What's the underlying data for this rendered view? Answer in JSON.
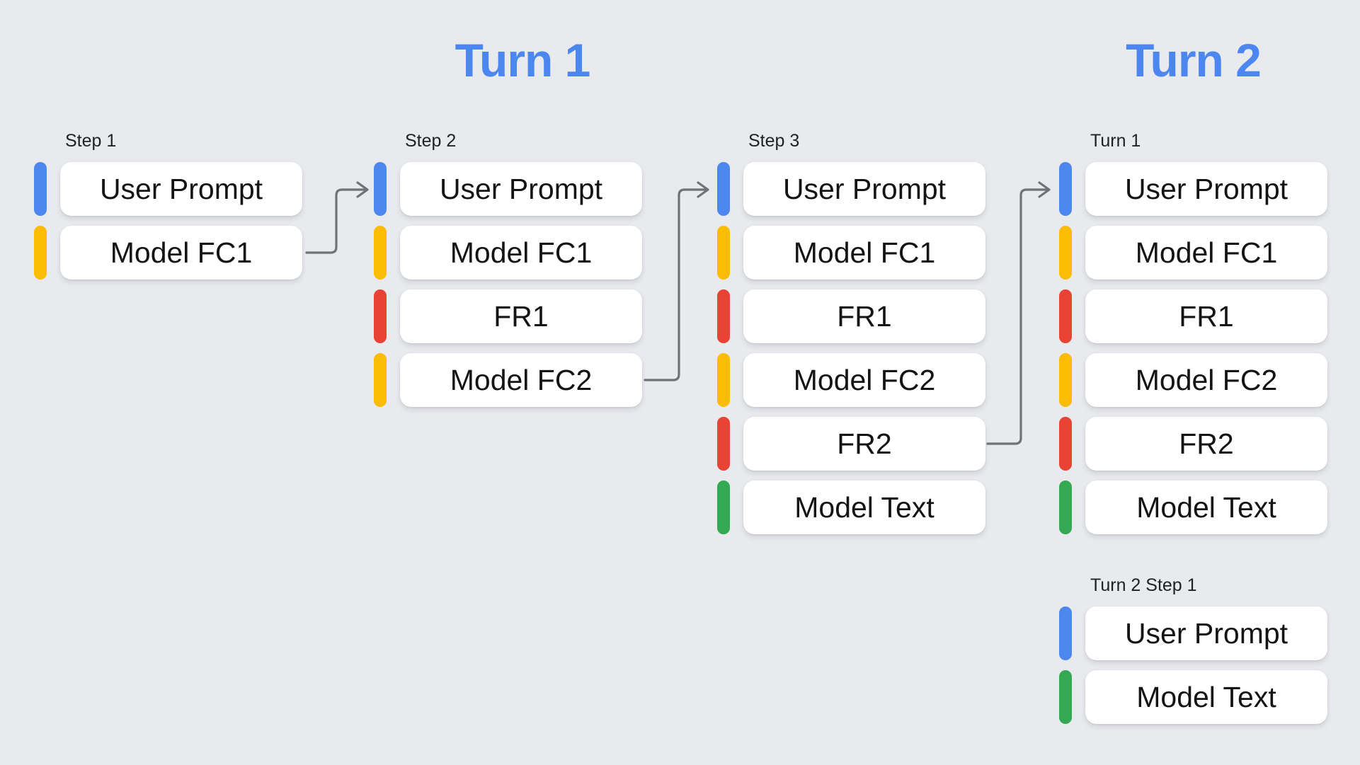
{
  "titles": {
    "turn1": "Turn 1",
    "turn2": "Turn 2"
  },
  "colors": {
    "background": "#E9EAEE",
    "title": "#4C87F0",
    "blue": "#4C87F0",
    "yellow": "#FBBC04",
    "red": "#E94335",
    "green": "#34A853",
    "arrow": "#6F7377"
  },
  "columns": [
    {
      "label": "Step 1",
      "boxes": [
        {
          "label": "User Prompt",
          "color": "blue"
        },
        {
          "label": "Model FC1",
          "color": "yellow"
        }
      ]
    },
    {
      "label": "Step 2",
      "boxes": [
        {
          "label": "User Prompt",
          "color": "blue"
        },
        {
          "label": "Model FC1",
          "color": "yellow"
        },
        {
          "label": "FR1",
          "color": "red"
        },
        {
          "label": "Model FC2",
          "color": "yellow"
        }
      ]
    },
    {
      "label": "Step 3",
      "boxes": [
        {
          "label": "User Prompt",
          "color": "blue"
        },
        {
          "label": "Model FC1",
          "color": "yellow"
        },
        {
          "label": "FR1",
          "color": "red"
        },
        {
          "label": "Model FC2",
          "color": "yellow"
        },
        {
          "label": "FR2",
          "color": "red"
        },
        {
          "label": "Model Text",
          "color": "green"
        }
      ]
    },
    {
      "label": "Turn 1",
      "boxes": [
        {
          "label": "User Prompt",
          "color": "blue"
        },
        {
          "label": "Model FC1",
          "color": "yellow"
        },
        {
          "label": "FR1",
          "color": "red"
        },
        {
          "label": "Model FC2",
          "color": "yellow"
        },
        {
          "label": "FR2",
          "color": "red"
        },
        {
          "label": "Model Text",
          "color": "green"
        }
      ]
    }
  ],
  "turn2_group": {
    "label": "Turn 2 Step 1",
    "boxes": [
      {
        "label": "User Prompt",
        "color": "blue"
      },
      {
        "label": "Model Text",
        "color": "green"
      }
    ]
  }
}
